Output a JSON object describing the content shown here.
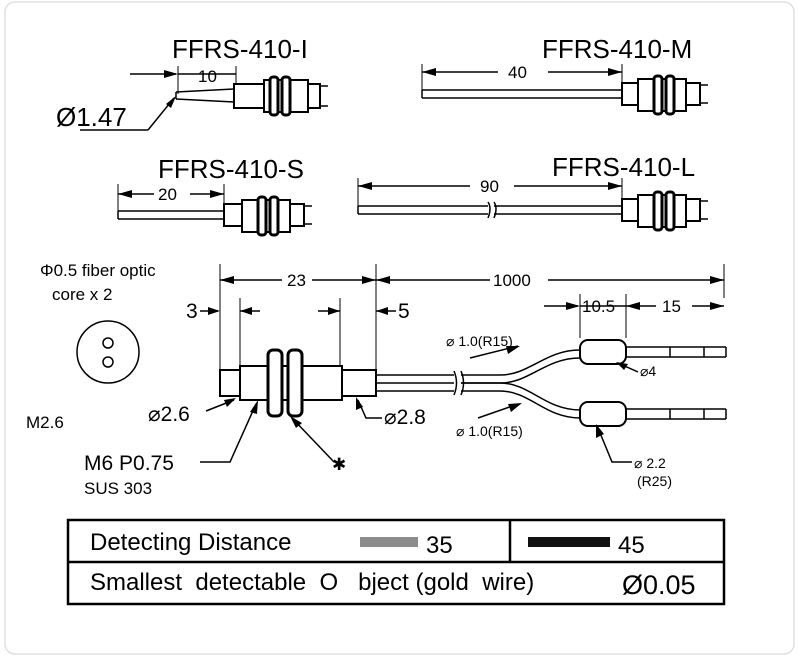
{
  "models": {
    "i": {
      "name": "FFRS-410-I",
      "length": "10",
      "tip_diameter": "Ø1.47"
    },
    "m": {
      "name": "FFRS-410-M",
      "length": "40"
    },
    "s": {
      "name": "FFRS-410-S",
      "length": "20"
    },
    "l": {
      "name": "FFRS-410-L",
      "length": "90"
    }
  },
  "detail": {
    "core_note_line1": "Φ0.5 fiber optic",
    "core_note_line2": "core x 2",
    "screw": "M2.6",
    "dim_total": "23",
    "dim_cable": "1000",
    "dim_left": "3",
    "dim_right": "5",
    "dia_front": "⌀2.6",
    "dia_rear": "⌀2.8",
    "thread_line1": "M6 P0.75",
    "thread_line2": "SUS 303",
    "star_mark": "✱",
    "branch_top": "⌀ 1.0(R15)",
    "branch_bottom": "⌀ 1.0(R15)",
    "dim_sleeve": "10.5",
    "dim_tail": "15",
    "dia_sleeve": "⌀4",
    "dia_tail": "⌀ 2.2",
    "radius_tail": "(R25)"
  },
  "table": {
    "row1_label": "Detecting  Distance",
    "value_gray": "35",
    "value_black": "45",
    "row2_label": "Smallest  detectable  O   bject (gold  wire)",
    "row2_value": "Ø0.05",
    "color_gray": "#8c8c8c",
    "color_black": "#111111"
  }
}
